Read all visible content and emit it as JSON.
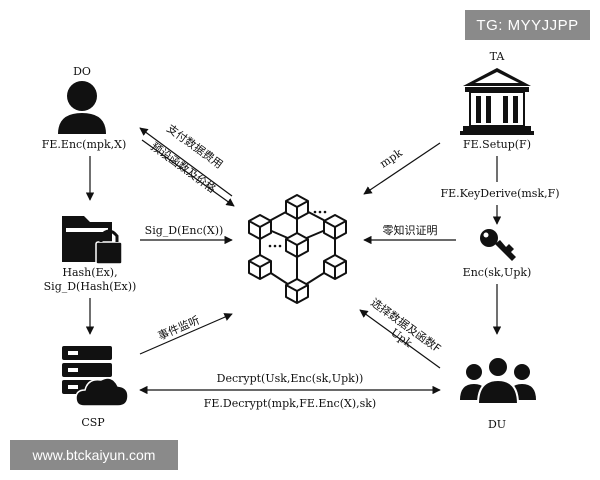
{
  "watermarks": {
    "tg": "TG: MYYJJPP",
    "url": "www.btckaiyun.com"
  },
  "nodes": {
    "do": {
      "title": "DO",
      "caption": "FE.Enc(mpk,X)",
      "icon": "user-icon"
    },
    "ta": {
      "title": "TA",
      "caption": "FE.Setup(F)",
      "icon": "institution-building-icon"
    },
    "folder": {
      "caption_line1": "Hash(Ex),",
      "caption_line2": "Sig_D(Hash(Ex))",
      "icon": "locked-folder-icon"
    },
    "ta_sub": {
      "caption_line1": "FE.KeyDerive(msk,F)",
      "caption_line2": "Enc(sk,Upk)",
      "icon": "key-icon"
    },
    "csp": {
      "title": "CSP",
      "icon": "server-cloud-icon"
    },
    "du": {
      "title": "DU",
      "icon": "user-group-icon"
    },
    "chain": {
      "icon": "blockchain-cubes-icon"
    }
  },
  "edges": {
    "pay_fee": "支付数据费用",
    "preset_func": "预设函数及价格",
    "mpk": "mpk",
    "sig": "Sig_D(Enc(X))",
    "zk_proof": "零知识证明",
    "event_listen": "事件监听",
    "select_data": "选择数据及函数F",
    "upk": "Upk",
    "decrypt": "Decrypt(Usk,Enc(sk,Upk))",
    "fe_decrypt": "FE.Decrypt(mpk,FE.Enc(X),sk)"
  }
}
